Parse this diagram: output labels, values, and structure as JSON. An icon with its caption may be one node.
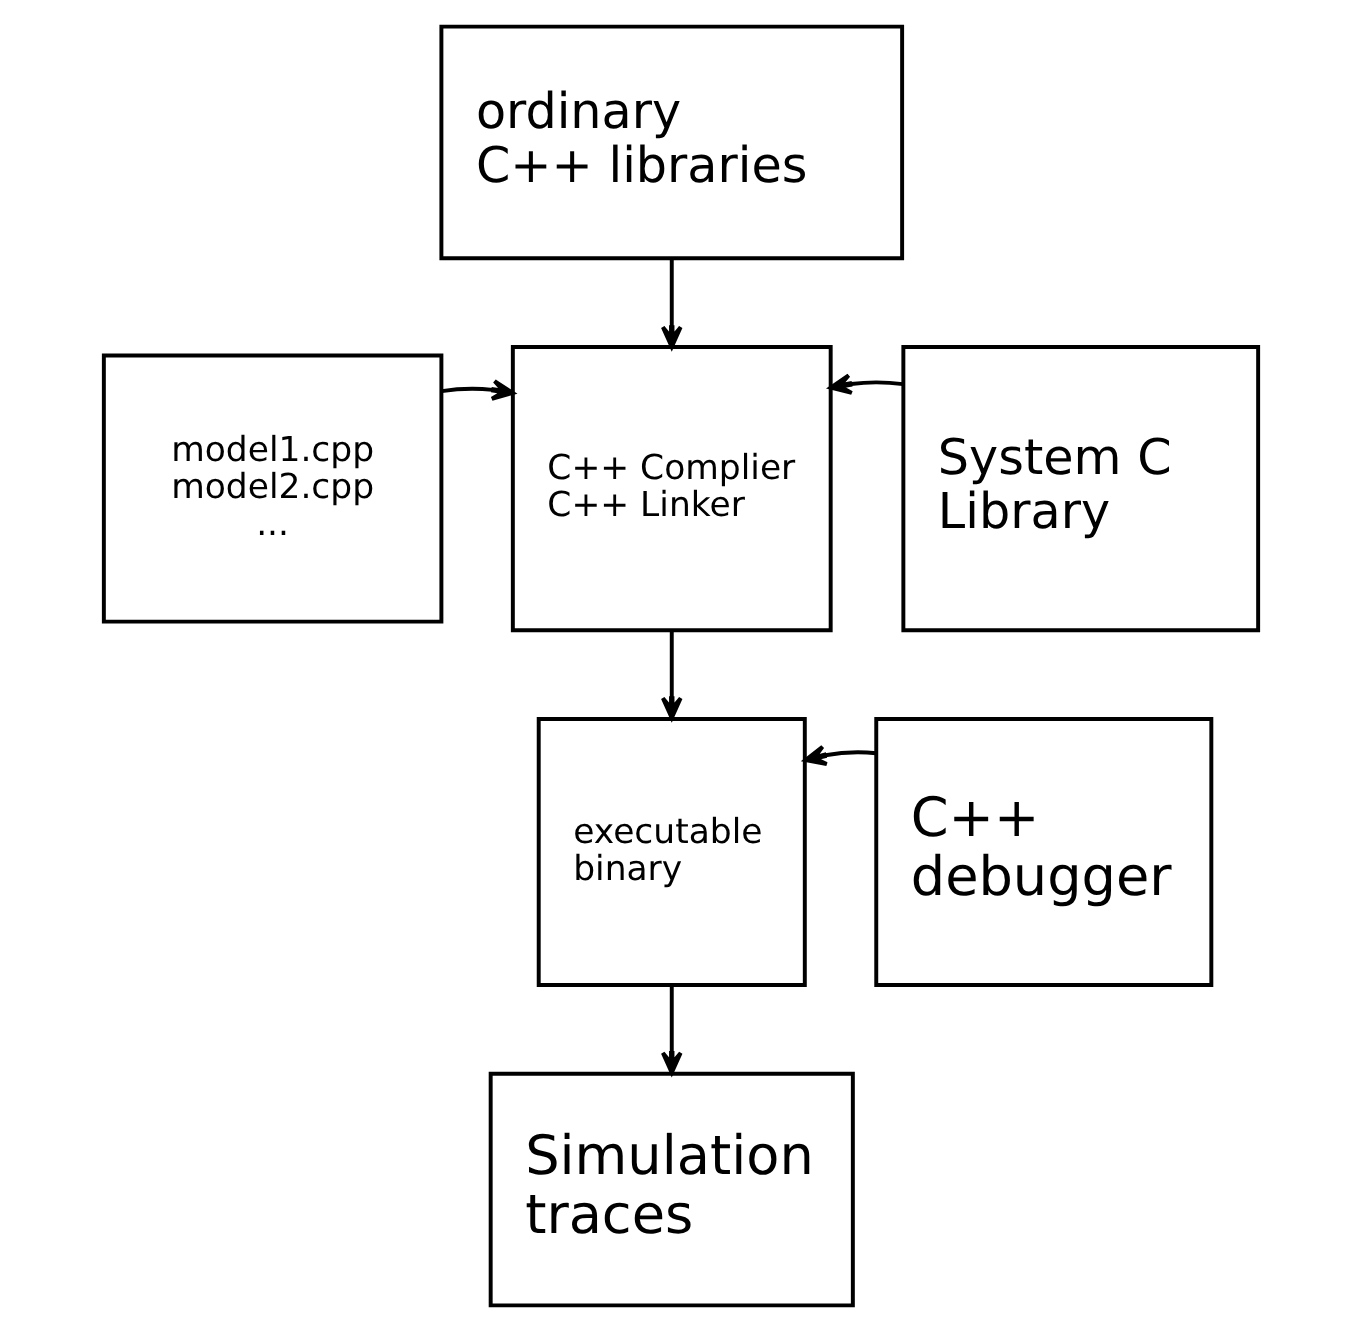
{
  "diagram": {
    "nodes": [
      {
        "text": [
          "ordinary C++ libraries"
        ]
      },
      {
        "text": [
          "model1.cpp model2.cpp ..."
        ]
      },
      {
        "text": [
          "C++ Complier C++ Linker"
        ]
      },
      {
        "text": [
          "System C Library"
        ]
      },
      {
        "text": [
          "executable binary"
        ]
      },
      {
        "text": [
          "C++ debugger"
        ]
      },
      {
        "text": [
          "Simulation traces"
        ]
      }
    ],
    "edges": [
      {
        "from": 0,
        "to": 2,
        "arrow": "to"
      },
      {
        "from": 1,
        "to": 2,
        "arrow": "to"
      },
      {
        "from": 3,
        "to": 2,
        "arrow": "to"
      },
      {
        "from": 2,
        "to": 4,
        "arrow": "to"
      },
      {
        "from": 5,
        "to": 4,
        "arrow": "to"
      },
      {
        "from": 4,
        "to": 6,
        "arrow": "to"
      }
    ]
  }
}
